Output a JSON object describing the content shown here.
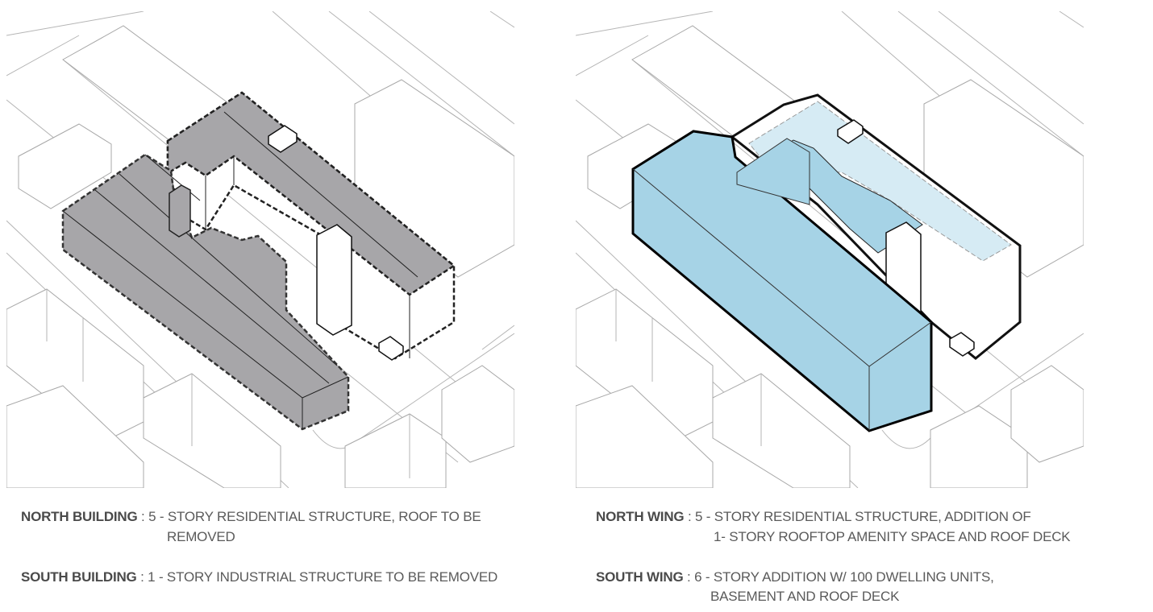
{
  "existing": {
    "north": {
      "label": "NORTH BUILDING",
      "sep": " : ",
      "line1": "5 - STORY RESIDENTIAL STRUCTURE, ROOF TO BE",
      "line2": "REMOVED"
    },
    "south": {
      "label": "SOUTH BUILDING",
      "sep": " : ",
      "line1": "1 - STORY INDUSTRIAL STRUCTURE TO BE REMOVED"
    }
  },
  "proposed": {
    "north": {
      "label": "NORTH WING",
      "sep": " : ",
      "line1": "5 - STORY RESIDENTIAL STRUCTURE, ADDITION OF",
      "line2": "1- STORY ROOFTOP AMENITY SPACE AND ROOF DECK"
    },
    "south": {
      "label": "SOUTH WING",
      "sep": " : ",
      "line1": "6 - STORY ADDITION W/ 100 DWELLING UNITS,",
      "line2": "BASEMENT AND ROOF DECK"
    }
  },
  "colors": {
    "demolish_fill": "#a7a6a9",
    "new_fill": "#a6d3e6",
    "deck_fill": "#d6ebf4"
  }
}
